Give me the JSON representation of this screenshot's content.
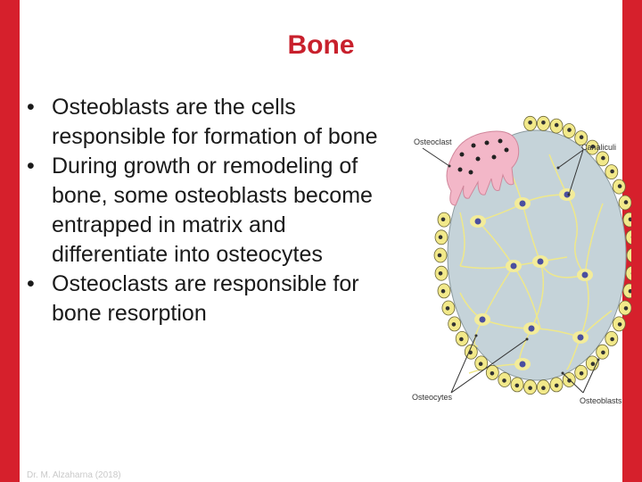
{
  "slide": {
    "title": "Bone",
    "bullets": [
      "Osteoblasts are the cells responsible for formation of bone",
      "During growth or remodeling of bone, some osteoblasts become entrapped in matrix and differentiate into osteocytes",
      "Osteoclasts are responsible for bone resorption"
    ],
    "footer": "Dr. M. Alzaharna (2018)",
    "accent_color": "#d6202c"
  },
  "figure": {
    "labels": {
      "osteoclast": "Osteoclast",
      "canaliculi": "Canaliculi",
      "osteocytes": "Osteocytes",
      "osteoblasts": "Osteoblasts"
    }
  }
}
